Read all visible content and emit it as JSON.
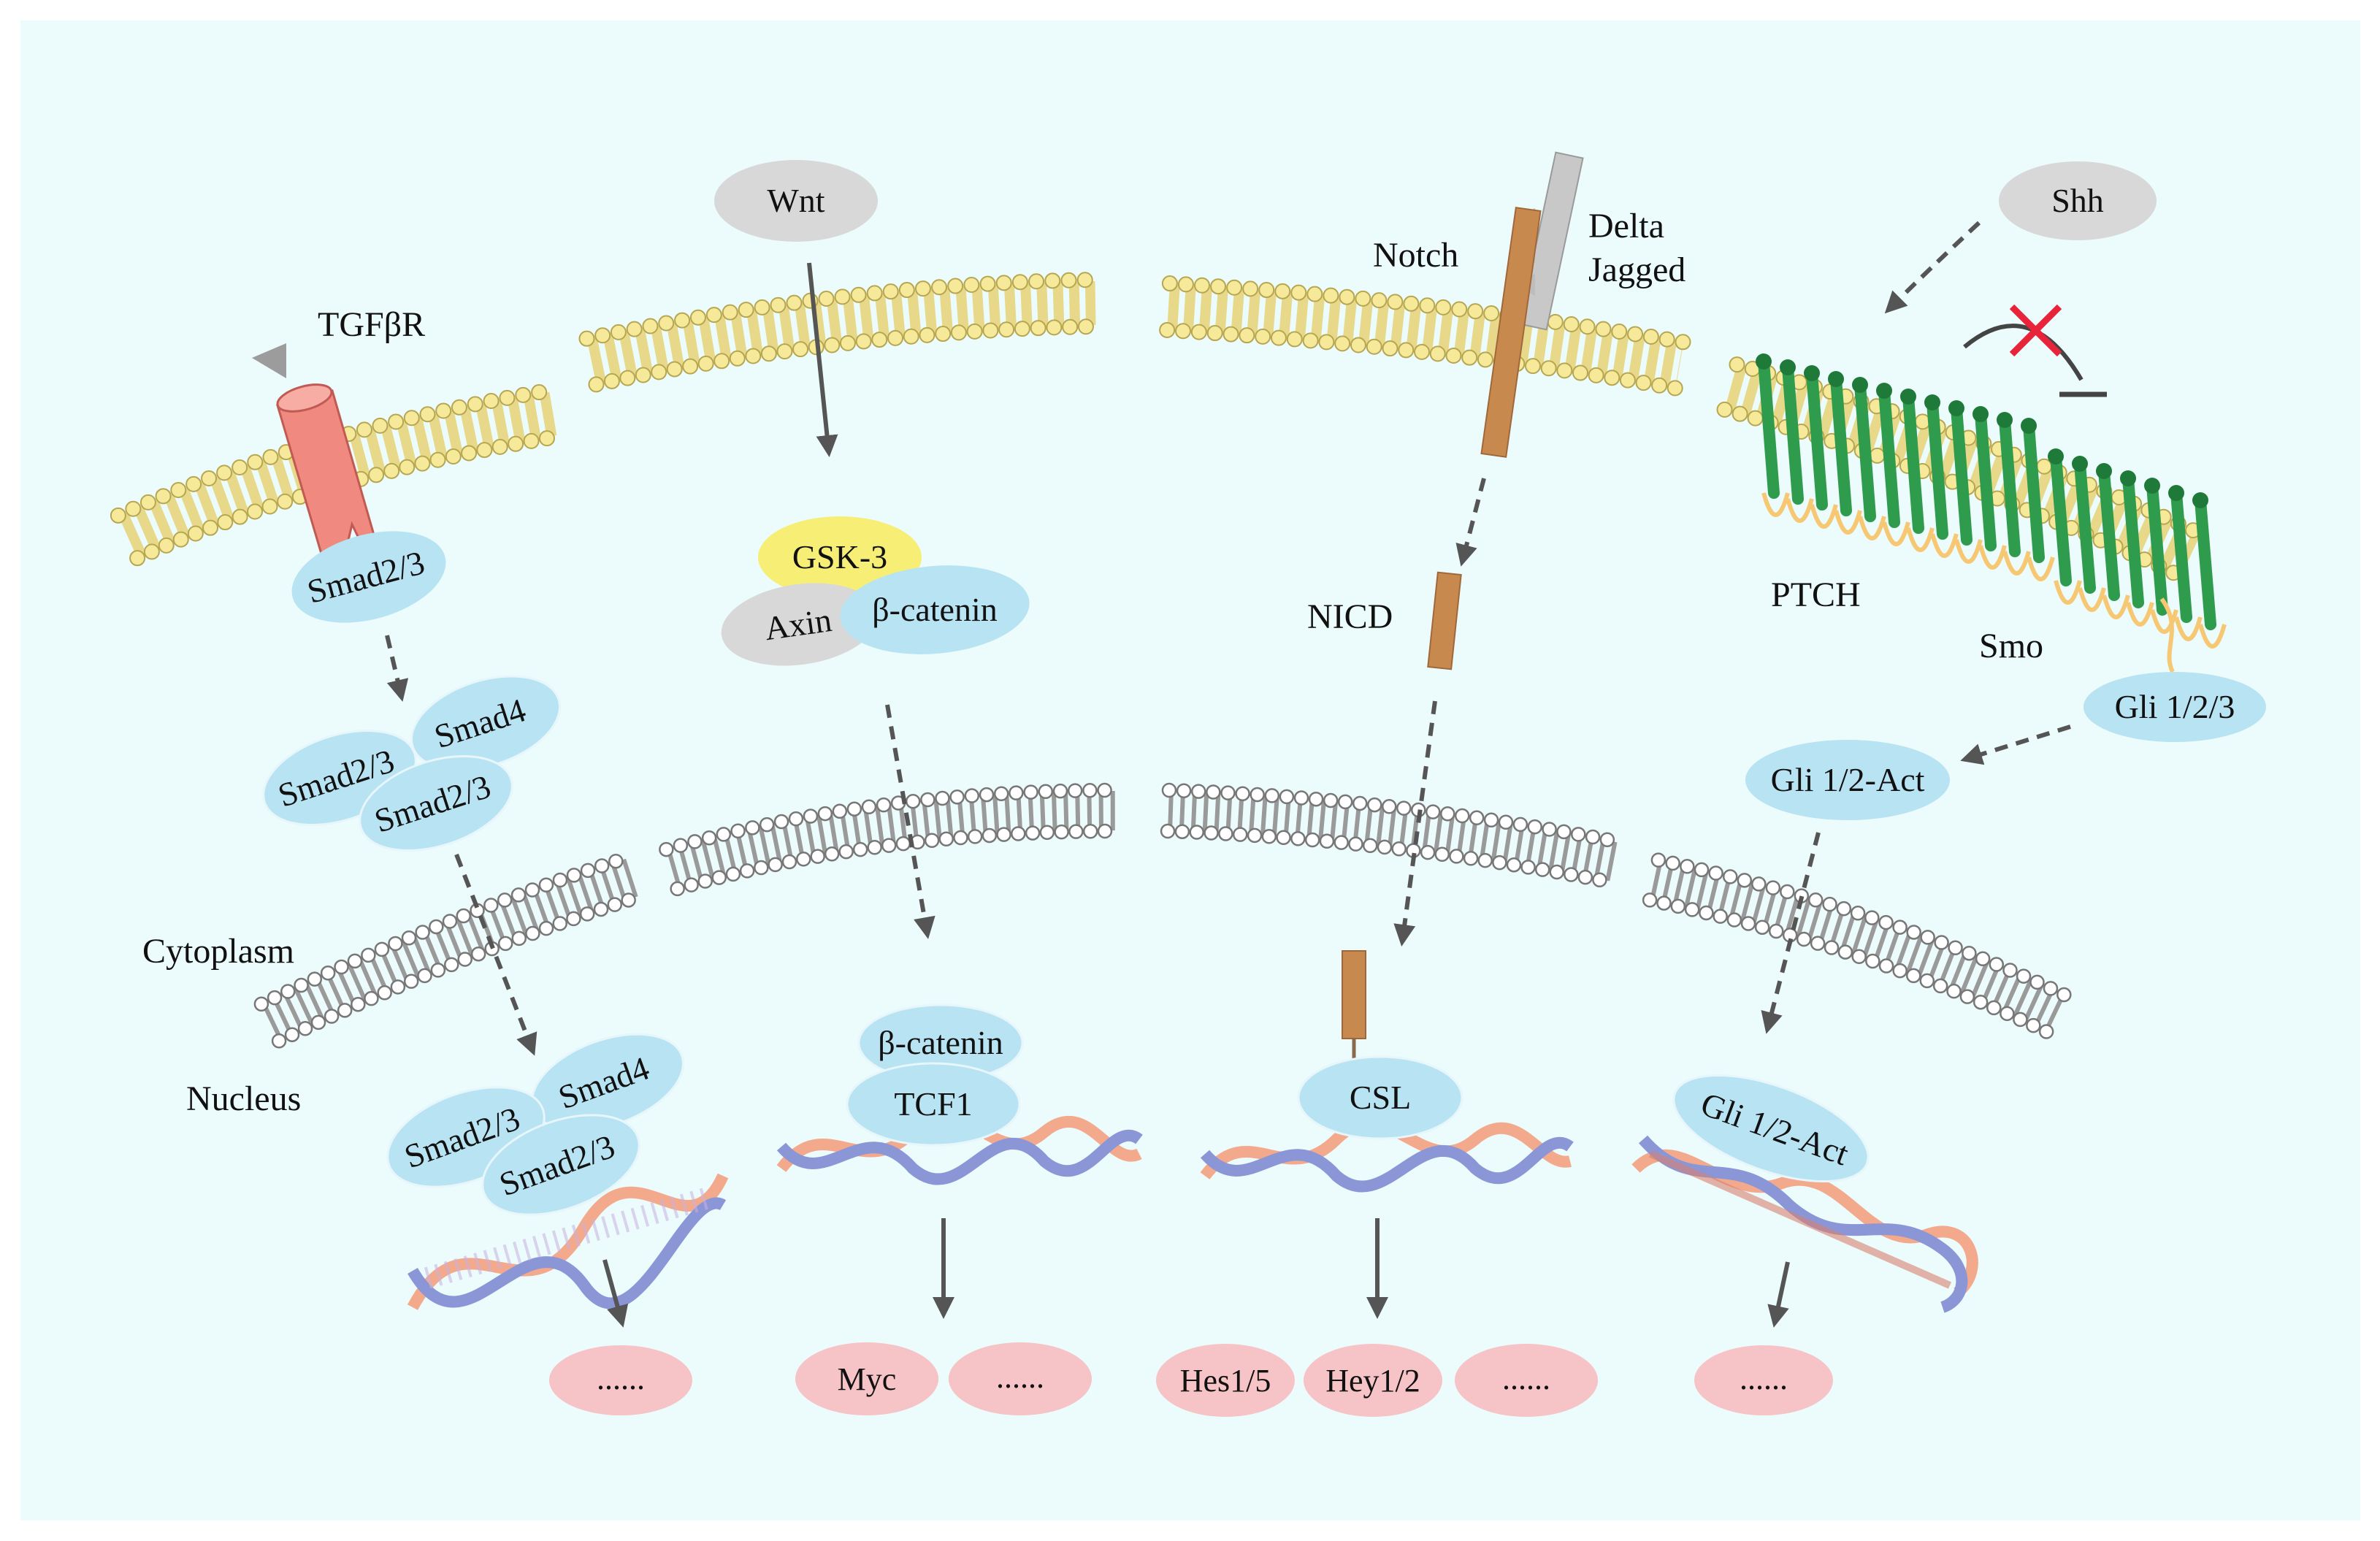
{
  "colors": {
    "background": "#ecfbfb",
    "membrane_head": "#f6ea9a",
    "nuclear_membrane": "#ffffff",
    "protein_blue": "#b8e3f2",
    "ligand_gray": "#d8d8d8",
    "gsk3_yellow": "#f7ee76",
    "product_pink": "#f6c3c6",
    "tgfbr_red": "#f08a80",
    "notch_brown": "#c8894f",
    "ptch_green": "#2e9b4d",
    "inhibit_red": "#e8233a"
  },
  "labels": {
    "cytoplasm": "Cytoplasm",
    "nucleus": "Nucleus"
  },
  "tgfb": {
    "receptor": "TGFβR",
    "smad23_membrane": "Smad2/3",
    "smad23_a": "Smad2/3",
    "smad4": "Smad4",
    "smad23_b": "Smad2/3",
    "n_smad23_a": "Smad2/3",
    "n_smad4": "Smad4",
    "n_smad23_b": "Smad2/3",
    "product": "......"
  },
  "wnt": {
    "ligand": "Wnt",
    "gsk3": "GSK-3",
    "axin": "Axin",
    "bcatenin": "β-catenin",
    "n_bcatenin": "β-catenin",
    "tcf1": "TCF1",
    "product_myc": "Myc",
    "product_more": "......"
  },
  "notch": {
    "receptor": "Notch",
    "ligand_line1": "Delta",
    "ligand_line2": "Jagged",
    "nicd": "NICD",
    "csl": "CSL",
    "product_hes": "Hes1/5",
    "product_hey": "Hey1/2",
    "product_more": "......"
  },
  "hedgehog": {
    "ligand": "Shh",
    "ptch": "PTCH",
    "smo": "Smo",
    "gli": "Gli 1/2/3",
    "gli_act": "Gli 1/2-Act",
    "n_gli_act": "Gli 1/2-Act",
    "product": "......"
  }
}
